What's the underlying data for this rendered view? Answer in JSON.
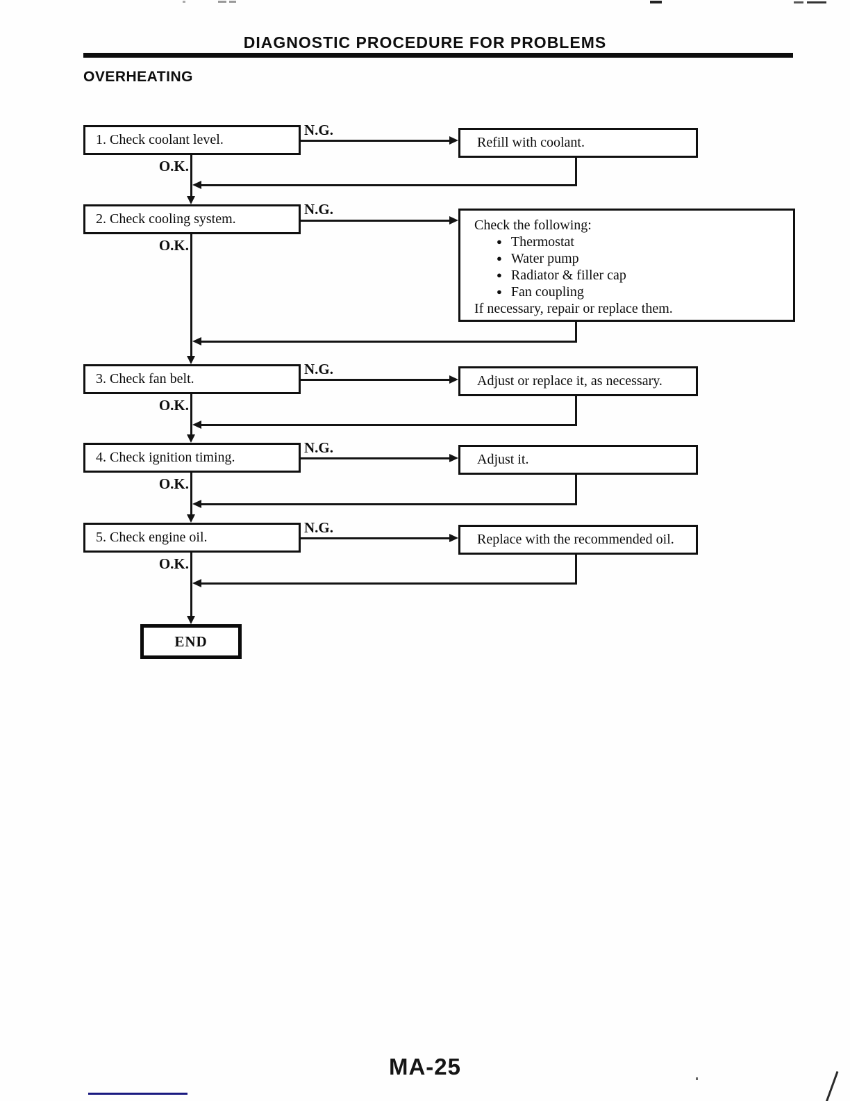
{
  "page": {
    "header_title": "DIAGNOSTIC PROCEDURE FOR PROBLEMS",
    "section_title": "OVERHEATING",
    "page_number": "MA-25"
  },
  "labels": {
    "ng": "N.G.",
    "ok": "O.K.",
    "end": "END",
    "bullet": "●"
  },
  "flowchart": {
    "steps": [
      {
        "check": "1. Check coolant level.",
        "action": "Refill with coolant."
      },
      {
        "check": "2. Check cooling system.",
        "action": {
          "title": "Check the following:",
          "bullets": [
            "Thermostat",
            "Water pump",
            "Radiator & filler cap",
            "Fan coupling"
          ],
          "footer": "If necessary, repair or replace them."
        }
      },
      {
        "check": "3. Check fan belt.",
        "action": "Adjust or replace it, as necessary."
      },
      {
        "check": "4. Check ignition timing.",
        "action": "Adjust it."
      },
      {
        "check": "5. Check engine oil.",
        "action": "Replace with the recommended oil."
      }
    ]
  }
}
